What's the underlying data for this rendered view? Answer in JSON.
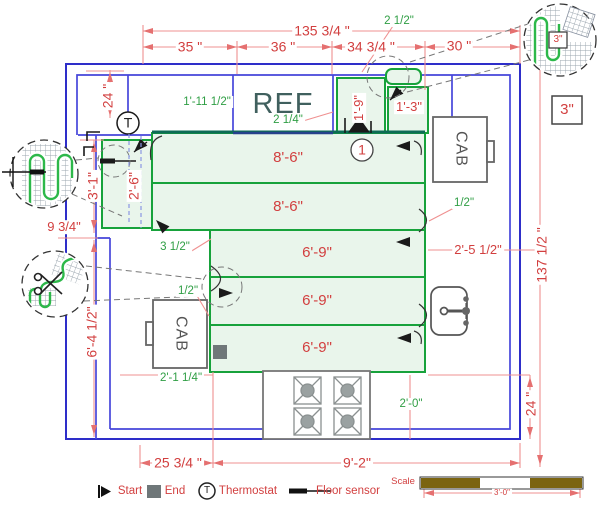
{
  "top_dims": {
    "total": "135 3/4 \"",
    "seg_1": "35 \"",
    "seg_2": "36 \"",
    "seg_3": "34 3/4 \"",
    "seg_4": "30 \""
  },
  "left_dims": {
    "d_24": "24 \"",
    "d_3_1": "3'-1\"",
    "d_2_6": "2'-6\"",
    "d_9_3_4": "9 3/4\"",
    "d_6_4_1_2": "6'-4 1/2\""
  },
  "right_dims": {
    "total": "137 1/2 \"",
    "d_2_5_1_2": "2'-5 1/2\"",
    "d_24": "24 \""
  },
  "bottom_dims": {
    "d_25_3_4": "25 3/4 \"",
    "d_9_2": "9'-2\""
  },
  "annotations": {
    "offset_2_1_2": "2 1/2\"",
    "g_1_11_1_2": "1'-11 1/2\"",
    "g_2_1_4": "2 1/4\"",
    "m_1_9": "1'-9\"",
    "m_1_3": "1'-3\"",
    "g_3_1_2": "3 1/2\"",
    "g_1_2_left": "1/2\"",
    "g_1_2_right": "1/2\"",
    "g_2_1_1_4": "2'-1 1/4\"",
    "g_2_0": "2'-0\"",
    "detail_3_circle": "3\"",
    "detail_3_box": "3\""
  },
  "rooms": {
    "ref": "REF",
    "cab": "CAB"
  },
  "mat_rows": [
    "8'-6\"",
    "8'-6\"",
    "6'-9\"",
    "6'-9\"",
    "6'-9\""
  ],
  "callout": "1",
  "thermostat_letter": "T",
  "legend": {
    "start": "Start",
    "end": "End",
    "thermostat": "Thermostat",
    "floor_sensor": "Floor sensor"
  },
  "scale": {
    "label": "Scale",
    "length": "3'-0\""
  }
}
